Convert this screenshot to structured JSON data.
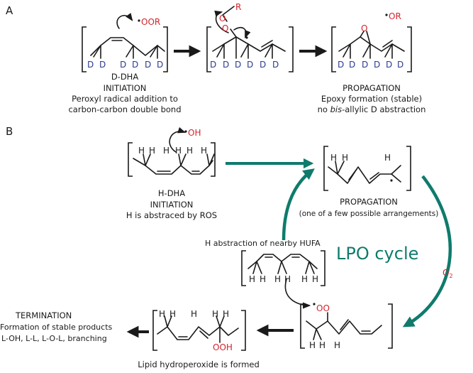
{
  "panel_a": {
    "label": "A",
    "radical_1": "OOR",
    "r_group": "R",
    "o_upper": "O",
    "o_lower": "O",
    "epoxide_o": "O",
    "radical_2": "OR",
    "d_atom": "D",
    "molecule_name": "D-DHA",
    "initiation_title": "INITIATION",
    "initiation_line1": "Peroxyl radical addition to",
    "initiation_line2": "carbon-carbon double bond",
    "propagation_title": "PROPAGATION",
    "propagation_line1": "Epoxy formation (stable)",
    "propagation_line2_pre": "no ",
    "propagation_line2_em": "bis",
    "propagation_line2_post": "-allylic D abstraction"
  },
  "panel_b": {
    "label": "B",
    "oh_radical": "OH",
    "h_atom": "H",
    "molecule_name": "H-DHA",
    "initiation_title": "INITIATION",
    "initiation_desc": "H is abstraced by ROS",
    "propagation_title": "PROPAGATION",
    "propagation_desc": "(one of a few possible arrangements)",
    "cycle_label": "LPO cycle",
    "o2_main": "O",
    "o2_sub": "2",
    "abstraction_label": "H abstraction of nearby HUFA",
    "peroxyl_radical": "OO",
    "hydroperoxide": "OOH",
    "hydroperoxide_label": "Lipid hydroperoxide is formed",
    "termination_title": "TERMINATION",
    "termination_line1": "Formation of stable products",
    "termination_line2": "L-OH, L-L, L-O-L, branching"
  },
  "colors": {
    "red": "#d2232a",
    "blue": "#2b3990",
    "teal": "#0f7b6c",
    "ink": "#1a1a1a"
  }
}
